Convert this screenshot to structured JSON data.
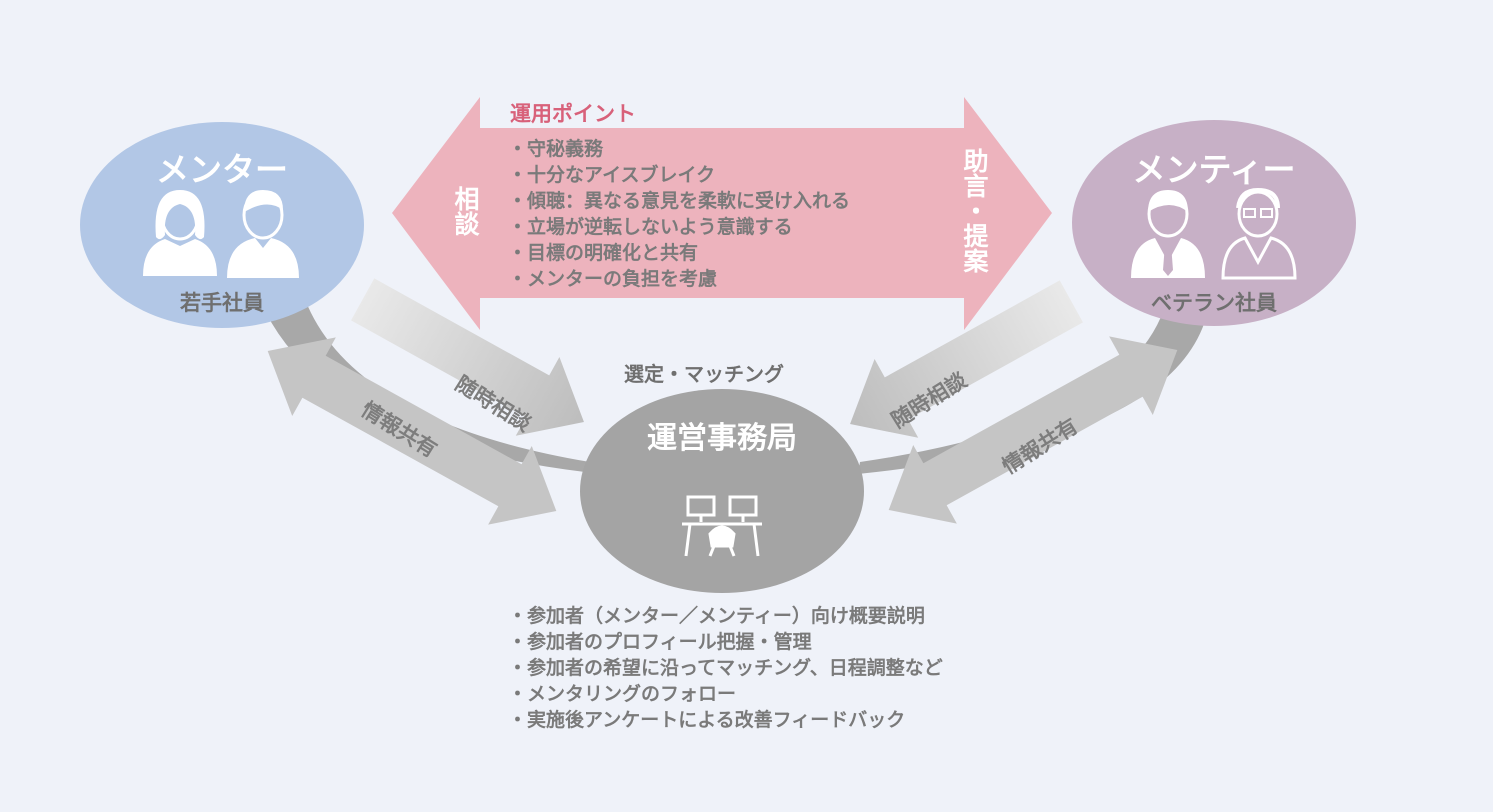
{
  "colors": {
    "background": "#eff2f9",
    "mentor_circle": "#b2c7e6",
    "mentee_circle": "#c7b0c6",
    "office_circle": "#a4a4a4",
    "big_arrow": "#edb3bd",
    "points_title": "#d8617a",
    "gray_arrow": "#c5c5c5",
    "curve": "#a8a8a8"
  },
  "mentor": {
    "title": "メンター",
    "subtitle": "若手社員",
    "icons": [
      "woman-icon",
      "man-icon"
    ]
  },
  "mentee": {
    "title": "メンティー",
    "subtitle": "ベテラン社員",
    "icons": [
      "businessman-icon",
      "senior-man-with-glasses-icon"
    ]
  },
  "big_arrow": {
    "left_label": "相談",
    "right_label": "助言・提案",
    "points_title": "運用ポイント",
    "points": [
      "守秘義務",
      "十分なアイスブレイク",
      "傾聴：異なる意見を柔軟に受け入れる",
      "立場が逆転しないよう意識する",
      "目標の明確化と共有",
      "メンターの負担を考慮"
    ]
  },
  "arrows": {
    "left_consult": "随時相談",
    "left_share": "情報共有",
    "right_consult": "随時相談",
    "right_share": "情報共有"
  },
  "office": {
    "matching_label": "選定・マッチング",
    "title": "運営事務局",
    "icon": "office-desks-icon",
    "duties": [
      "参加者（メンター／メンティー）向け概要説明",
      "参加者のプロフィール把握・管理",
      "参加者の希望に沿ってマッチング、日程調整など",
      "メンタリングのフォロー",
      "実施後アンケートによる改善フィードバック"
    ]
  }
}
